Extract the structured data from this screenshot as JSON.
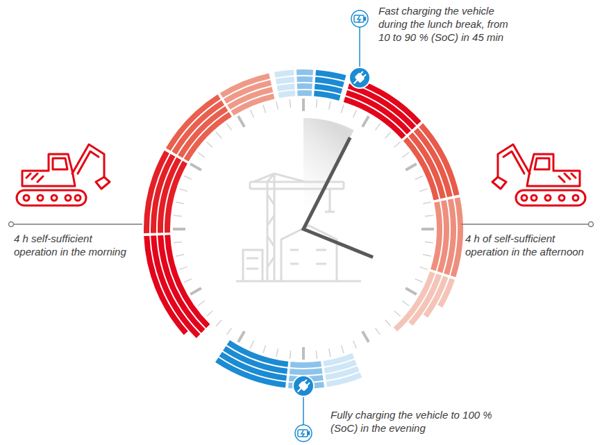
{
  "diagram": {
    "labels": [
      "Fast charging the vehicle during the lunch break, from 10 to 90 % (SoC) in 45 min",
      "4 h self-sufficient operation in the morning",
      "4 h of self-sufficient operation in the afternoon",
      "Fully charging the vehicle to 100 % (SoC) in the evening"
    ]
  }
}
